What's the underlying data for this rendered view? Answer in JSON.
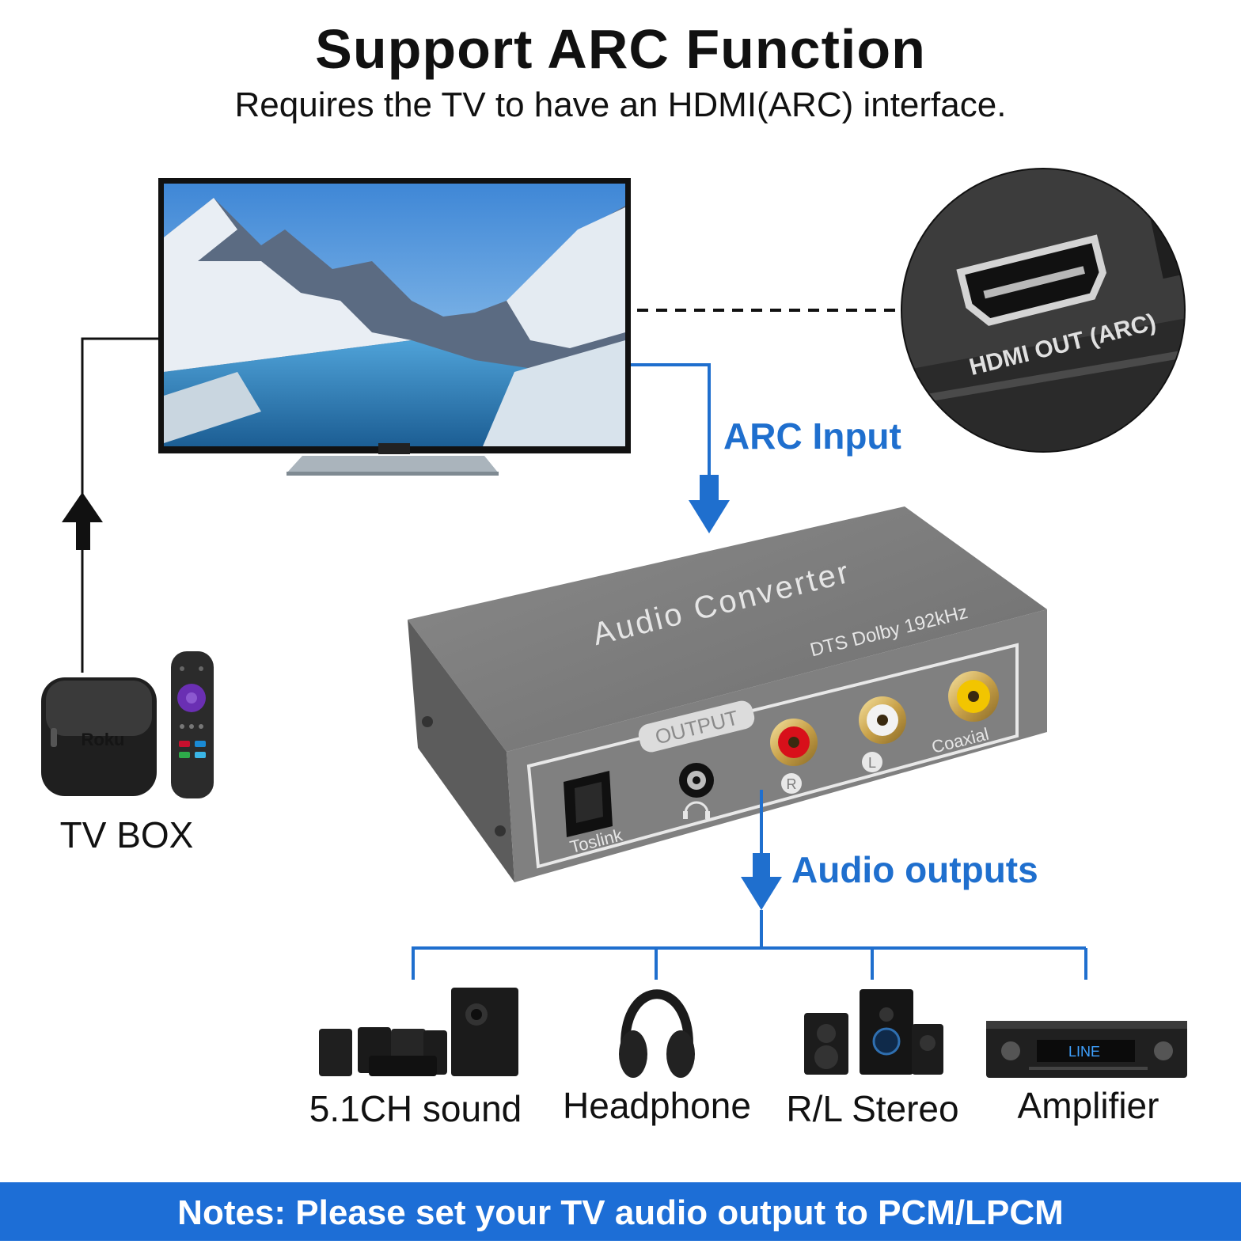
{
  "header": {
    "title": "Support ARC Function",
    "subtitle": "Requires the TV to have an HDMI(ARC) interface."
  },
  "callouts": {
    "arc_input": "ARC Input",
    "audio_outputs": "Audio outputs"
  },
  "tv_box": {
    "label": "TV BOX",
    "brand": "Roku"
  },
  "port_closeup": {
    "label": "HDMI OUT (ARC)"
  },
  "converter": {
    "name": "Audio Converter",
    "spec": "DTS Dolby 192kHz",
    "output_label": "OUTPUT",
    "ports": {
      "optical": "Toslink",
      "right": "R",
      "left": "L",
      "coaxial": "Coaxial"
    }
  },
  "outputs": [
    {
      "label": "5.1CH sound"
    },
    {
      "label": "Headphone"
    },
    {
      "label": "R/L Stereo"
    },
    {
      "label": "Amplifier"
    }
  ],
  "amplifier_display": "LINE",
  "notes": "Notes: Please set your TV audio output to PCM/LPCM",
  "colors": {
    "accent_blue": "#1f6fce",
    "notes_bar": "#1d6ed6",
    "converter_body": "#7d7d7d",
    "rca_red": "#d8101a",
    "rca_white": "#f2f2f2",
    "rca_yellow": "#f2c500"
  }
}
